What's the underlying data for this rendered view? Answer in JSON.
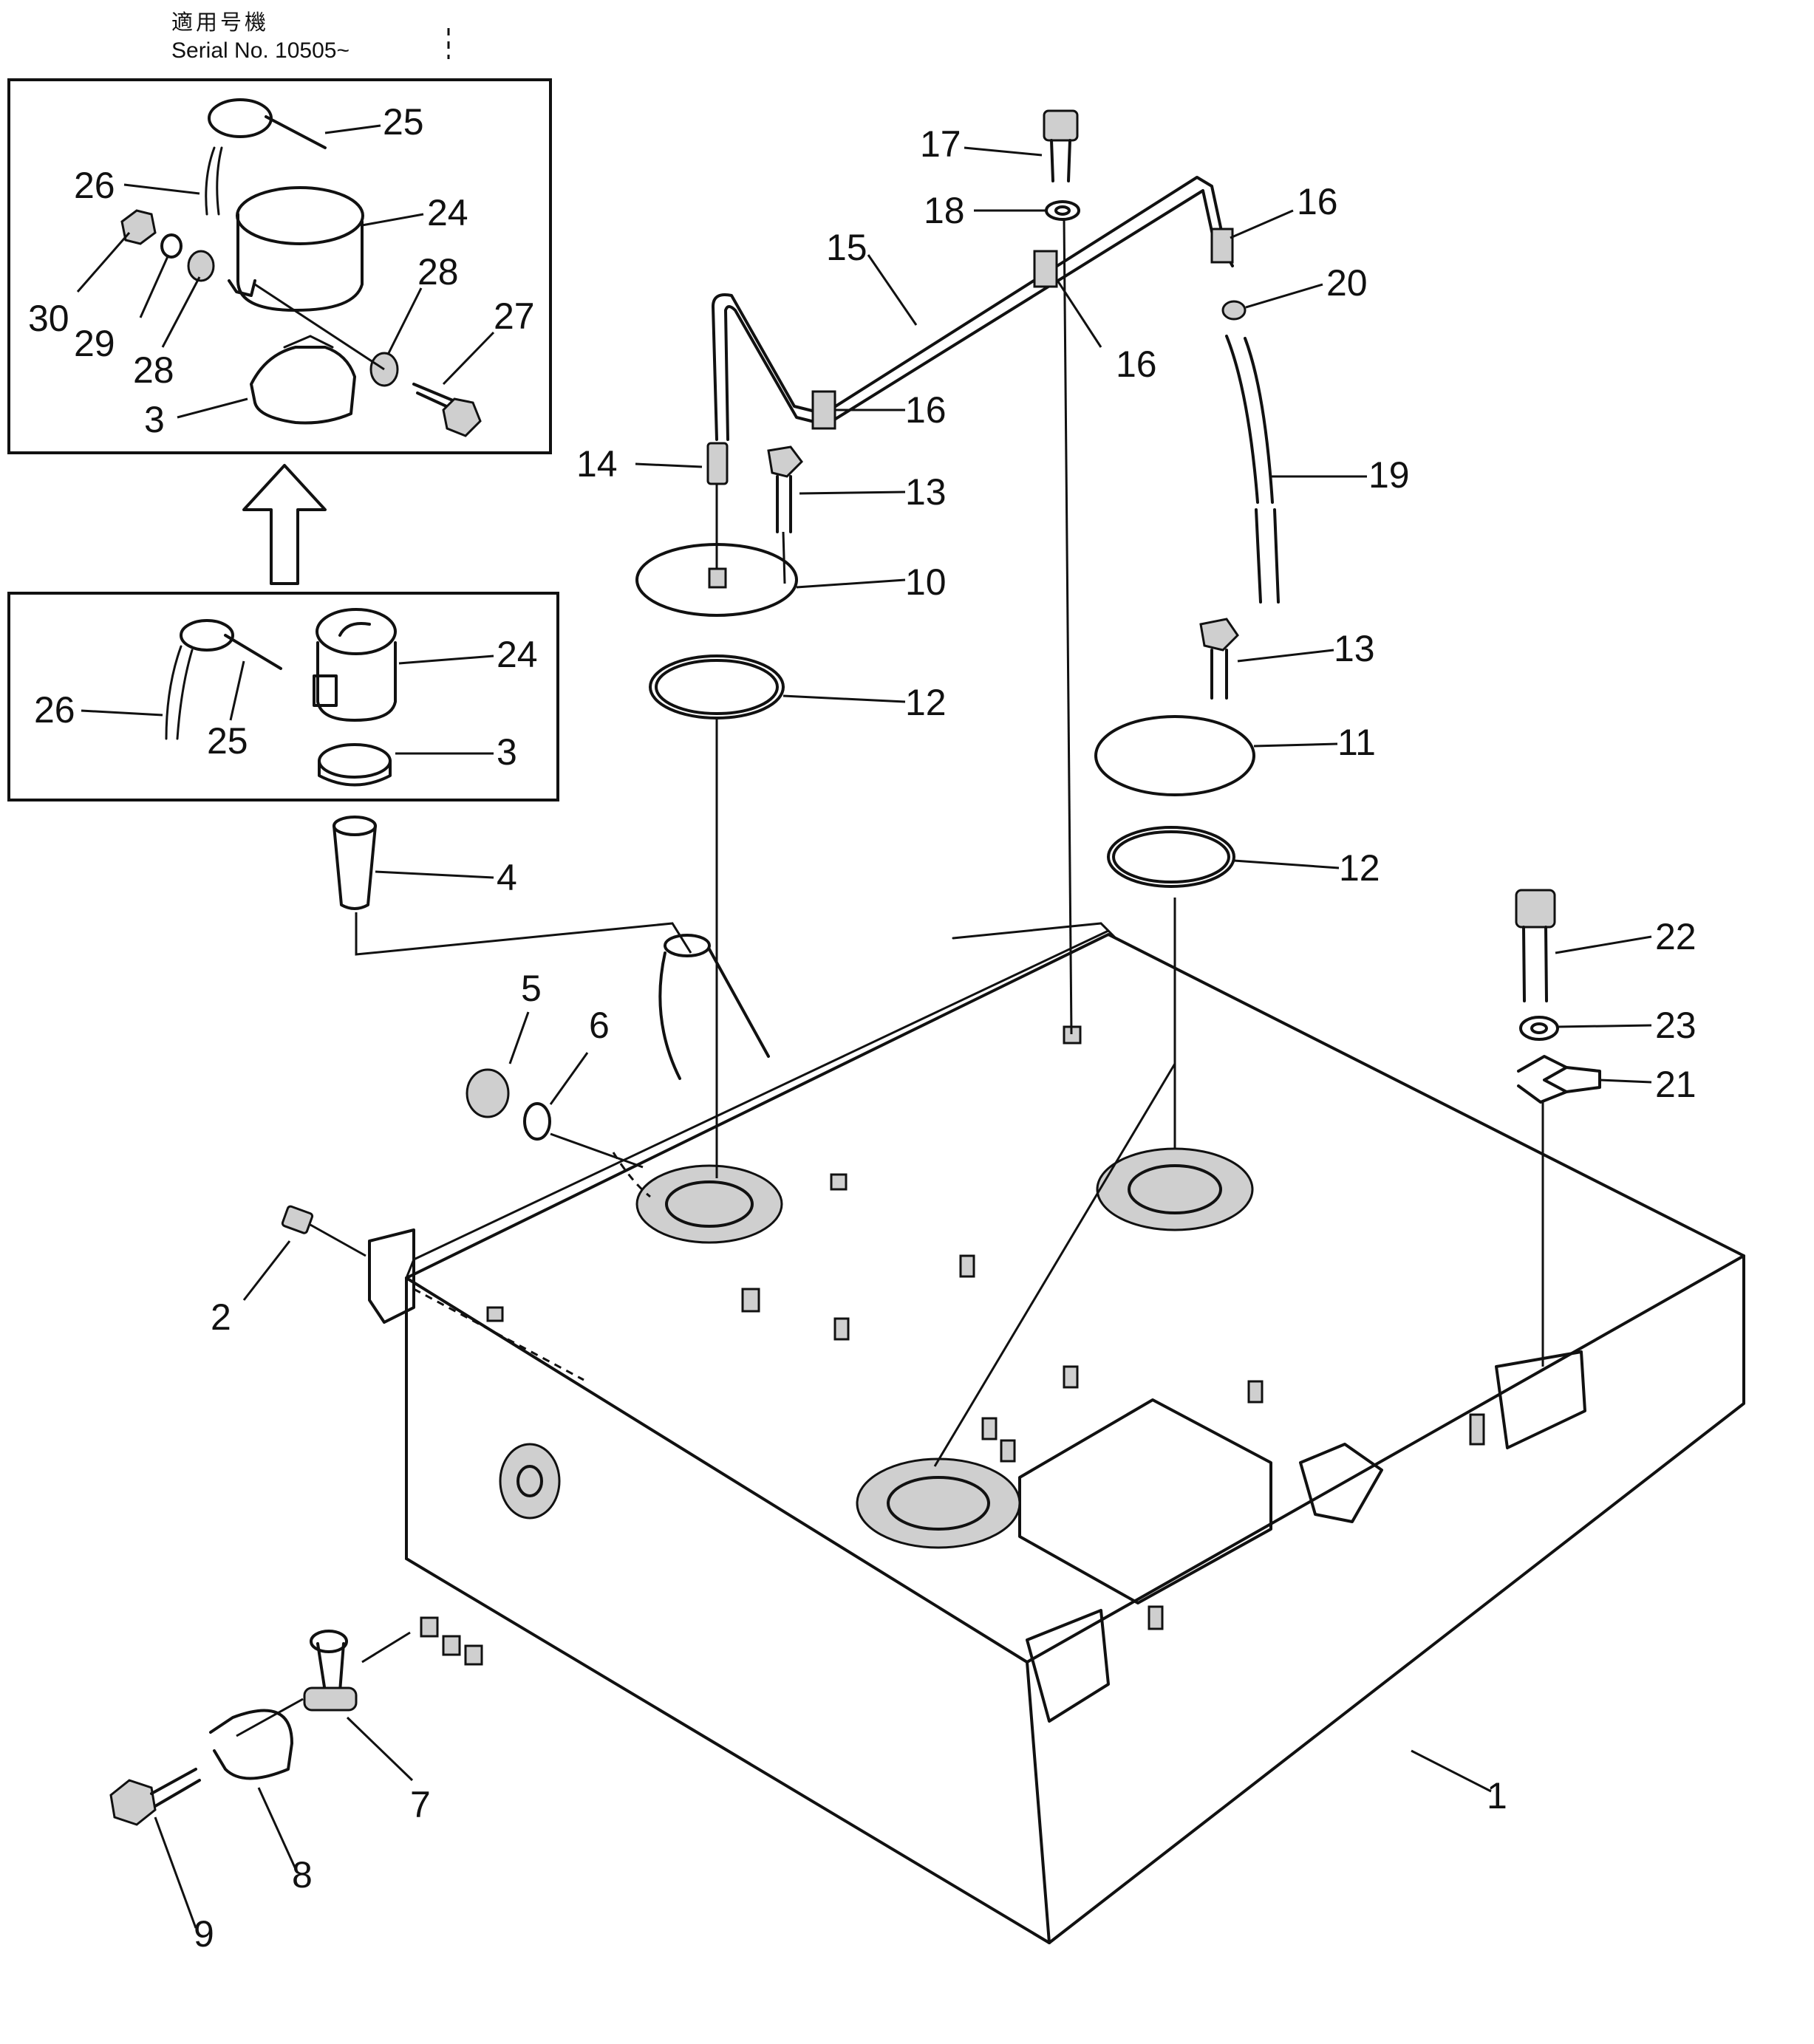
{
  "header": {
    "applicability_label": "適用号機",
    "serial_text": "Serial No. 10505~"
  },
  "inset_top": {
    "labels": [
      "25",
      "26",
      "24",
      "30",
      "29",
      "28",
      "28",
      "27",
      "3"
    ]
  },
  "inset_bottom": {
    "labels": [
      "26",
      "25",
      "24",
      "3"
    ]
  },
  "callouts": {
    "c1": "1",
    "c2": "2",
    "c3": "3",
    "c4": "4",
    "c5": "5",
    "c6": "6",
    "c7": "7",
    "c8": "8",
    "c9": "9",
    "c10": "10",
    "c11": "11",
    "c12a": "12",
    "c12b": "12",
    "c13a": "13",
    "c13b": "13",
    "c14": "14",
    "c15": "15",
    "c16a": "16",
    "c16b": "16",
    "c16c": "16",
    "c17": "17",
    "c18": "18",
    "c19": "19",
    "c20": "20",
    "c21": "21",
    "c22": "22",
    "c23": "23"
  }
}
